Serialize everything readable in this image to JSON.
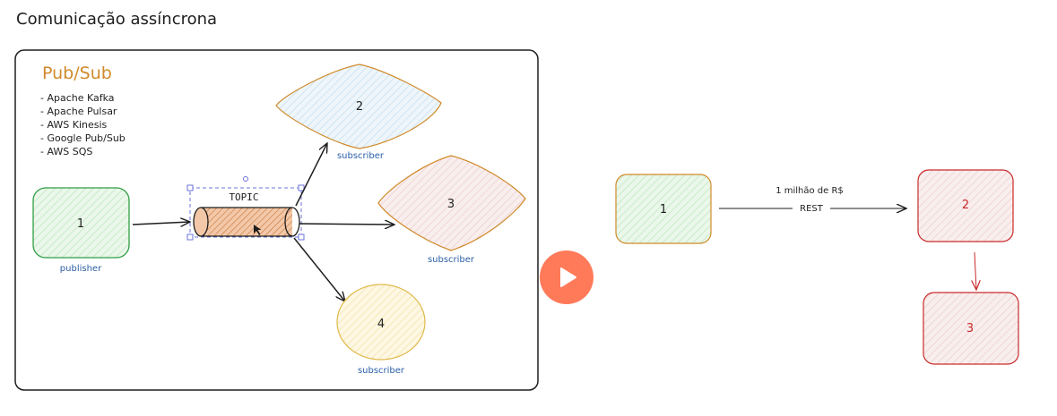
{
  "title": "Comunicação assíncrona",
  "pubsub": {
    "heading": "Pub/Sub",
    "items": [
      "- Apache Kafka",
      "- Apache Pulsar",
      "- AWS Kinesis",
      "- Google Pub/Sub",
      "- AWS SQS"
    ],
    "publisher": {
      "label": "1",
      "caption": "publisher",
      "fill": "#d3f0d3",
      "stroke": "#2f9e44"
    },
    "topic": {
      "label": "TOPIC",
      "fill": "#e8a274",
      "stroke": "#b35c1e"
    },
    "subscribers": [
      {
        "label": "2",
        "caption": "subscriber",
        "fill": "#cfe6f5",
        "stroke": "#d08a2a"
      },
      {
        "label": "3",
        "caption": "subscriber",
        "fill": "#f3dede",
        "stroke": "#d08a2a"
      },
      {
        "label": "4",
        "caption": "subscriber",
        "fill": "#fbf0c8",
        "stroke": "#e0b94a"
      }
    ]
  },
  "play": {
    "color": "#ff7a59"
  },
  "rest_flow": {
    "node1": {
      "label": "1",
      "fill": "#d8f2d8",
      "stroke": "#d08a2a"
    },
    "edge_top": "1 milhão de R$",
    "edge_bottom": "REST",
    "node2": {
      "label": "2",
      "fill": "#f5dede",
      "stroke": "#c92a2a"
    },
    "node3": {
      "label": "3",
      "fill": "#f5dede",
      "stroke": "#c92a2a"
    }
  }
}
